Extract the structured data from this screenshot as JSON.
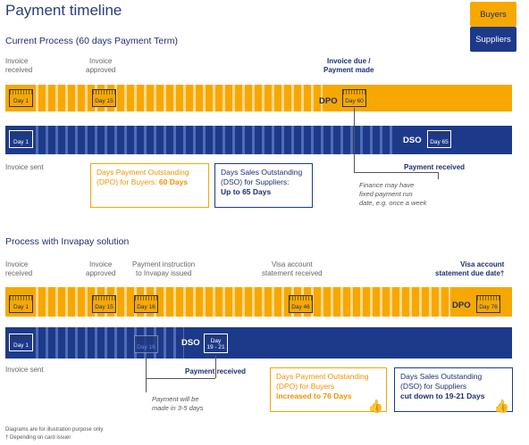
{
  "title": "Payment timeline",
  "legend": {
    "buyers": "Buyers",
    "suppliers": "Suppliers"
  },
  "current": {
    "heading": "Current Process (60 days Payment Term)",
    "labels": {
      "invoice_received": "Invoice\nreceived",
      "invoice_approved": "Invoice\napproved",
      "invoice_due": "Invoice due /\nPayment made",
      "invoice_sent": "Invoice sent",
      "payment_received": "Payment received"
    },
    "buyer_days": [
      "Day 1",
      "Day 15",
      "Day 60"
    ],
    "supplier_days": [
      "Day 1",
      "Day 65"
    ],
    "dpo": "DPO",
    "dso": "DSO",
    "dpo_box": {
      "line1": "Days Payment Outstanding",
      "line2": "(DPO) for Buyers: ",
      "strong": "60 Days"
    },
    "dso_box": {
      "line1": "Days Sales Outstanding",
      "line2": "(DSO) for Suppliers:",
      "strong": "Up to 65 Days"
    },
    "note": "Finance may have\nfixed payment run\ndate, e.g. once a week"
  },
  "invapay": {
    "heading": "Process with Invapay solution",
    "labels": {
      "invoice_received": "Invoice\nreceived",
      "invoice_approved": "Invoice\napproved",
      "payment_instruction": "Payment instruction\nto Invapay issued",
      "visa_received": "Visa account\nstatement received",
      "visa_due": "Visa account\nstatement due date†",
      "invoice_sent": "Invoice sent",
      "payment_received": "Payment received"
    },
    "buyer_days": [
      "Day 1",
      "Day 15",
      "Day 16",
      "Day 46",
      "Day 76"
    ],
    "supplier_days": [
      "Day 1",
      "Day 16",
      "Day\n19 - 21"
    ],
    "dpo": "DPO",
    "dso": "DSO",
    "note": "Payment will be\nmade in 3-5 days",
    "dpo_box": {
      "line1": "Days Payment Outstanding",
      "line2": "(DPO) for Buyers",
      "strong": "increased to 76 Days"
    },
    "dso_box": {
      "line1": "Days Sales Outstanding",
      "line2": "(DSO) for Suppliers",
      "strong": "cut down to 19-21 Days"
    }
  },
  "footnotes": [
    "Diagrams are for illustration purpose only",
    "† Depending on card issuer"
  ],
  "colors": {
    "buyers": "#f6a800",
    "suppliers": "#1d3a8a"
  }
}
